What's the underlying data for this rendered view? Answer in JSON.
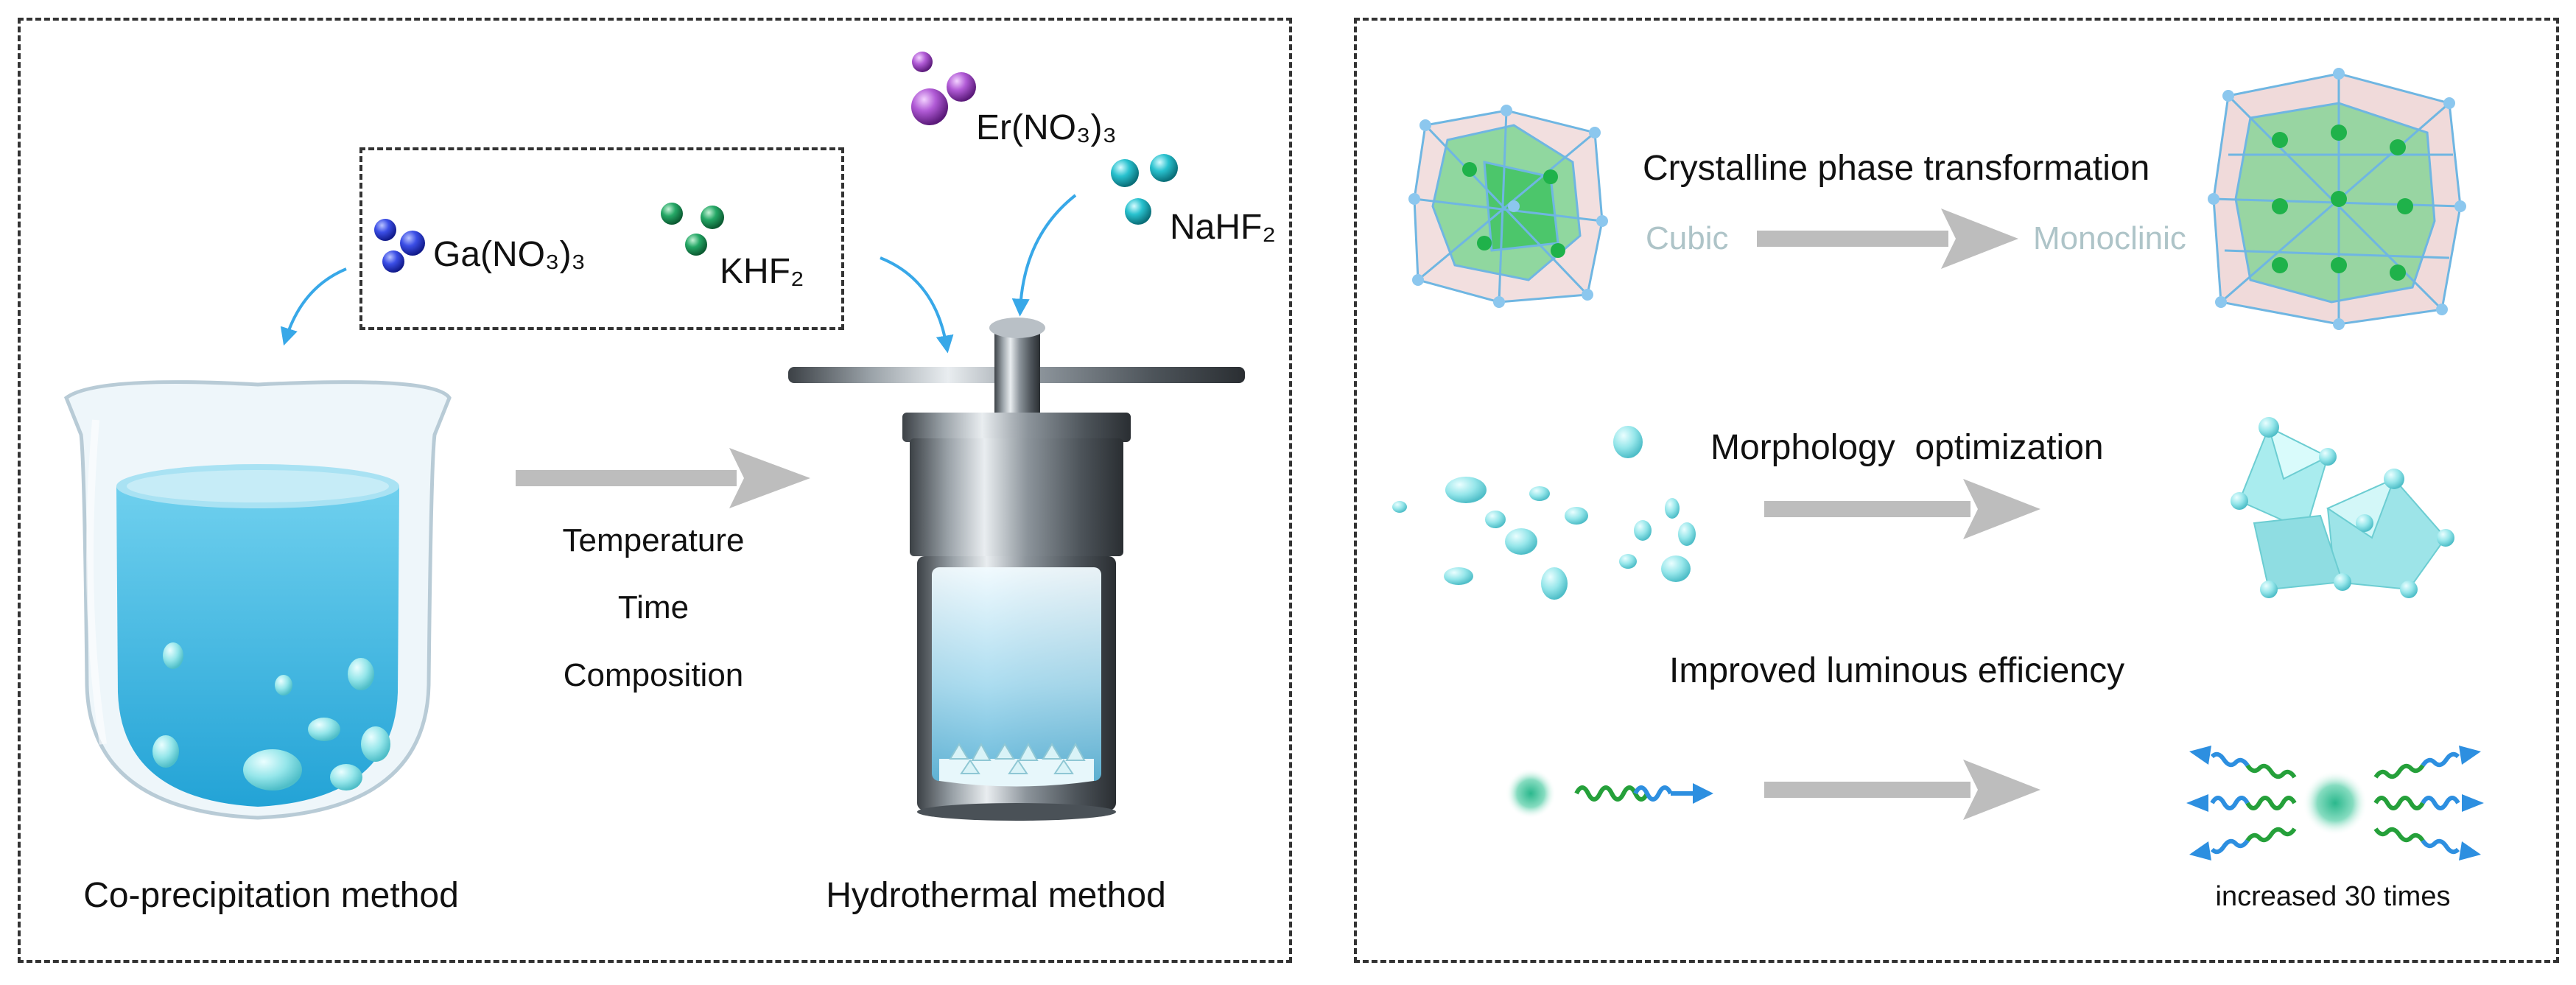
{
  "left_panel": {
    "reagents": {
      "ga": "Ga(NO₃)₃",
      "khf": "KHF₂",
      "er": "Er(NO₃)₃",
      "nahf": "NaHF₂"
    },
    "conditions": [
      "Temperature",
      "Time",
      "Composition"
    ],
    "method_left": "Co-precipitation method",
    "method_right": "Hydrothermal method"
  },
  "right_panel": {
    "phase": {
      "title": "Crystalline phase transformation",
      "from": "Cubic",
      "to": "Monoclinic"
    },
    "morphology": {
      "title": "Morphology  optimization"
    },
    "luminous": {
      "title": "Improved luminous efficiency",
      "note": "increased 30 times"
    }
  },
  "colors": {
    "ga_sphere": "#2b3fd6",
    "khf_sphere": "#1e9a5a",
    "er_sphere": "#b04ad0",
    "nahf_sphere": "#1fb3c2",
    "process_arrow": "#bdbdbd",
    "pointer_arrow": "#38a8e8",
    "liquid": "#3fb8de",
    "particle": "#8fe3e6",
    "label_gray": "#aec4c8"
  }
}
